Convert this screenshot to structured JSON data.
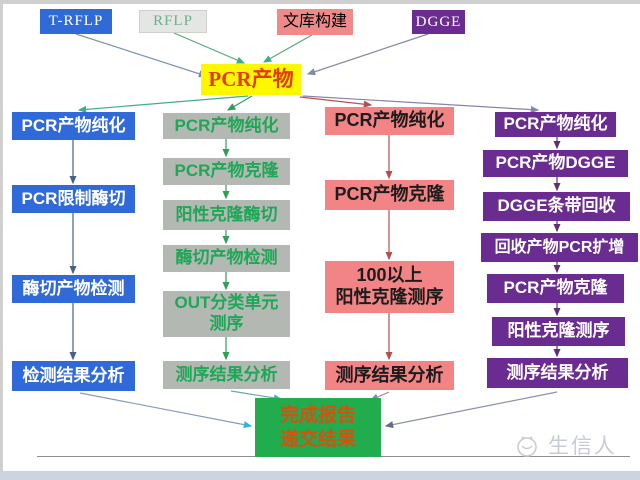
{
  "diagram": {
    "top_nodes": [
      {
        "label": "T-RFLP",
        "color": "#2f6ad8"
      },
      {
        "label": "RFLP",
        "color": "#e4e6e3"
      },
      {
        "label": "文库构建",
        "color": "#f08a8a"
      },
      {
        "label": "DGGE",
        "color": "#6b2c92"
      }
    ],
    "center_node": {
      "label": "PCR产物",
      "bg": "#fdf800",
      "fg": "#e63b00"
    },
    "columns": [
      {
        "source": "T-RFLP",
        "box_color": "#2f6ad8",
        "text_color": "#ffffff",
        "steps": [
          "PCR产物纯化",
          "PCR限制酶切",
          "酶切产物检测",
          "检测结果分析"
        ]
      },
      {
        "source": "RFLP",
        "box_color": "#b4b8b3",
        "text_color": "#1ea756",
        "steps": [
          "PCR产物纯化",
          "PCR产物克隆",
          "阳性克隆酶切",
          "酶切产物检测",
          "OUT分类单元\n测序",
          "测序结果分析"
        ]
      },
      {
        "source": "文库构建",
        "box_color": "#f28485",
        "text_color": "#1c1c1c",
        "steps": [
          "PCR产物纯化",
          "PCR产物克隆",
          "100以上\n阳性克隆测序",
          "测序结果分析"
        ]
      },
      {
        "source": "DGGE",
        "box_color": "#6b2c92",
        "text_color": "#ffffff",
        "steps": [
          "PCR产物纯化",
          "PCR产物DGGE",
          "DGGE条带回收",
          "回收产物PCR扩增",
          "PCR产物克隆",
          "阳性克隆测序",
          "测序结果分析"
        ]
      }
    ],
    "final_node": {
      "label": "完成报告\n递交结果",
      "bg": "#21ac4e",
      "fg": "#d8500e"
    },
    "watermark": {
      "label": "生信人"
    }
  }
}
